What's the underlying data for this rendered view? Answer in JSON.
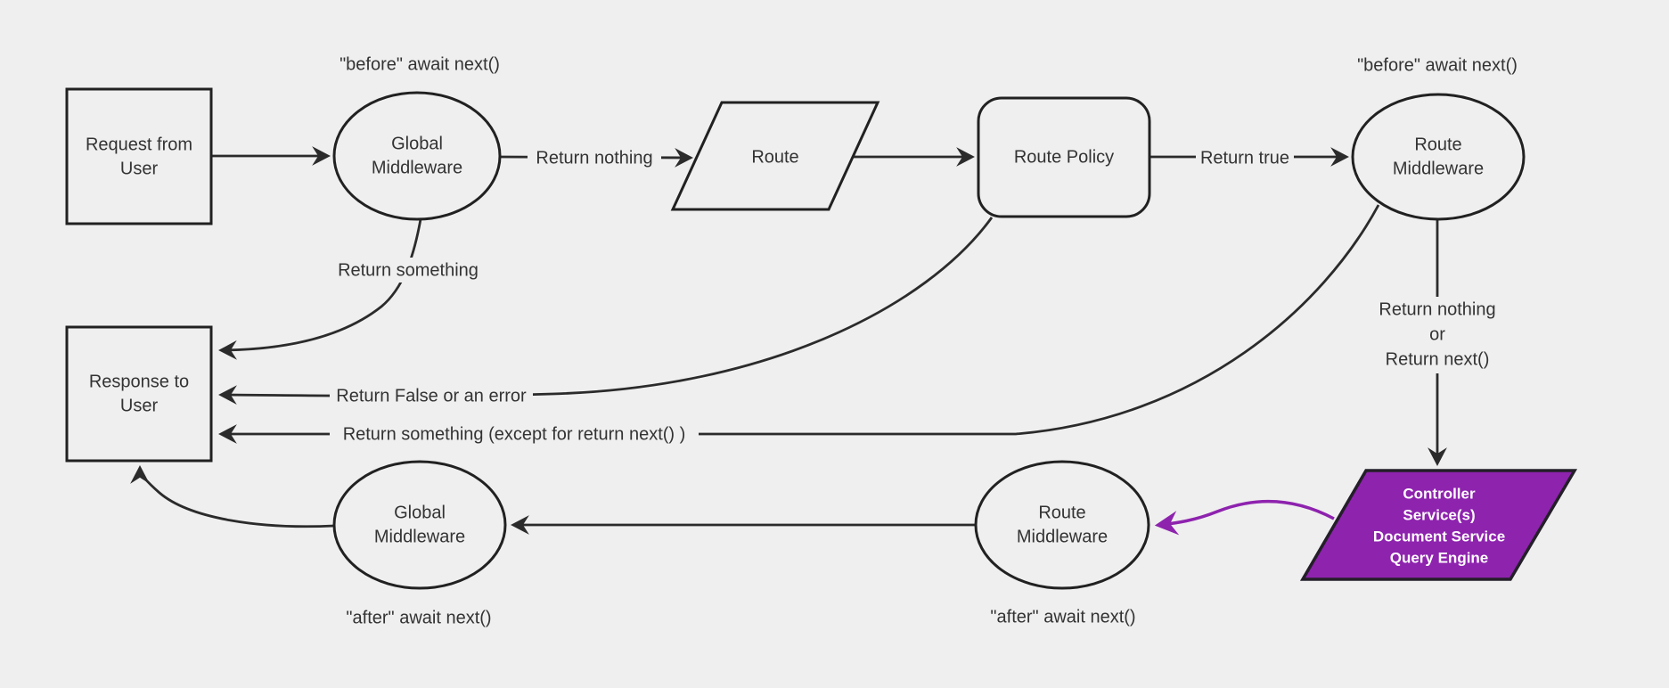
{
  "diagram": {
    "title": "middleware request lifecycle flowchart",
    "colors": {
      "background": "#efefef",
      "node_stroke": "#212121",
      "edge_stroke": "#2b2b2b",
      "text": "#333333",
      "highlight_fill": "#8e23ae",
      "highlight_text": "#ffffff"
    },
    "nodes": {
      "request": {
        "shape": "rectangle",
        "lines": [
          "Request from",
          "User"
        ]
      },
      "global_mw_top": {
        "shape": "ellipse",
        "lines": [
          "Global",
          "Middleware"
        ]
      },
      "route": {
        "shape": "parallelogram",
        "lines": [
          "Route"
        ]
      },
      "route_policy": {
        "shape": "rounded-rectangle",
        "lines": [
          "Route Policy"
        ]
      },
      "route_mw_top": {
        "shape": "ellipse",
        "lines": [
          "Route",
          "Middleware"
        ]
      },
      "controller": {
        "shape": "parallelogram",
        "lines": [
          "Controller",
          "Service(s)",
          "Document Service",
          "Query Engine"
        ]
      },
      "route_mw_bottom": {
        "shape": "ellipse",
        "lines": [
          "Route",
          "Middleware"
        ]
      },
      "global_mw_bottom": {
        "shape": "ellipse",
        "lines": [
          "Global",
          "Middleware"
        ]
      },
      "response": {
        "shape": "rectangle",
        "lines": [
          "Response to",
          "User"
        ]
      }
    },
    "edge_labels": {
      "before_left": "\"before\" await next()",
      "before_right": "\"before\" await next()",
      "return_nothing": "Return nothing",
      "return_true": "Return true",
      "return_something": "Return something",
      "return_false": "Return False or an error",
      "return_something_except": "Return something (except for return next() )",
      "return_nothing_or": {
        "lines": [
          "Return nothing",
          "or",
          "Return next()"
        ]
      },
      "after_left": "\"after\" await next()",
      "after_right": "\"after\" await next()"
    }
  }
}
